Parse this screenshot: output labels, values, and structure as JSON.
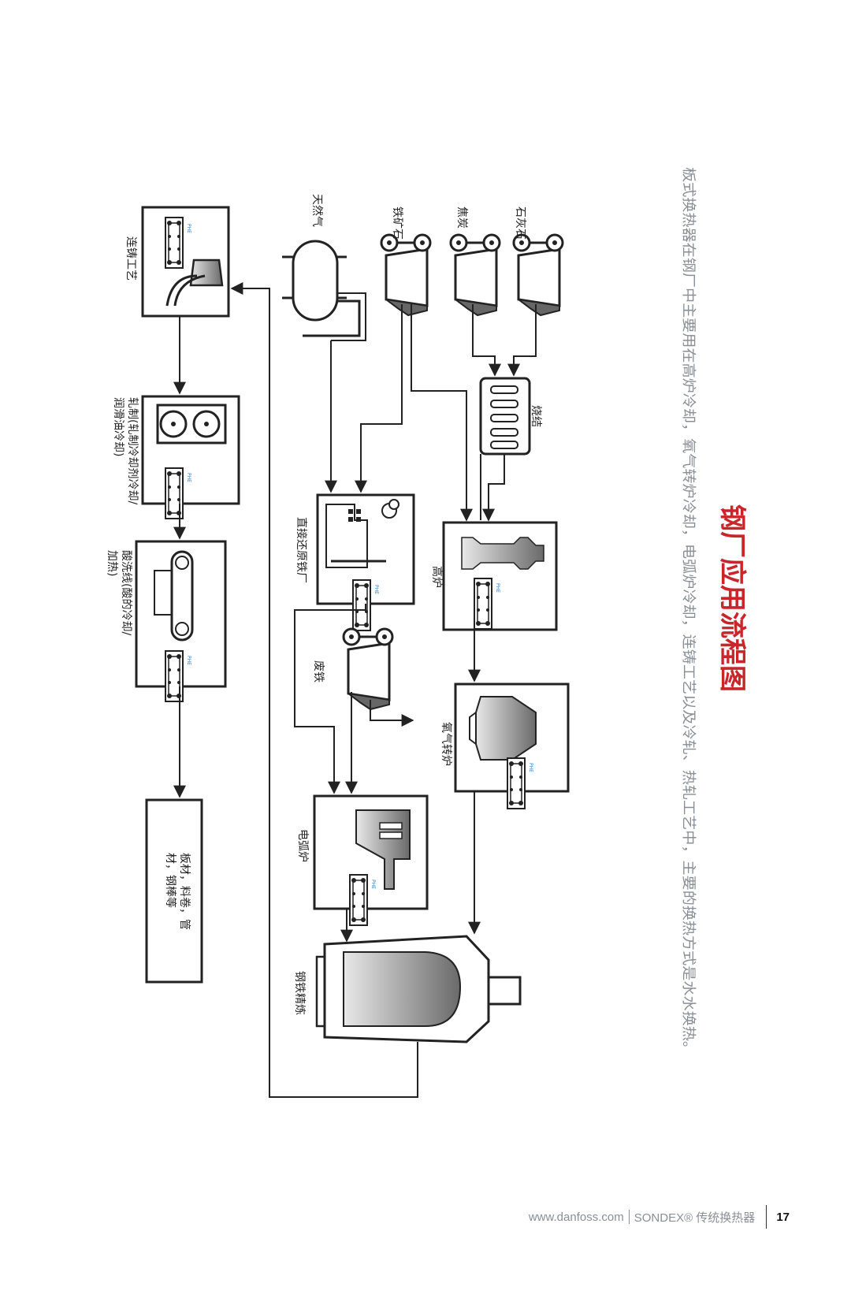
{
  "page": {
    "title": "钢厂应用流程图",
    "subtitle": "板式换热器在钢厂中主要用在高炉冷却，氧气转炉冷却，电弧炉冷却，连铸工艺以及冷轧、热轧工艺中，主要的换热方式是水水换热。",
    "title_color": "#c8262a",
    "subtitle_color": "#8a8f96"
  },
  "diagram": {
    "phe_label": "PHE",
    "nodes": {
      "limestone": "石灰石",
      "coke": "焦炭",
      "iron_ore": "铁矿石",
      "natural_gas": "天然气",
      "sinter": "烧结",
      "blast_furnace": "高炉",
      "direct_reduction": "直接还原铁厂",
      "scrap": "废铁",
      "bof": "氧气转炉",
      "eaf": "电弧炉",
      "refining": "钢铁精炼",
      "continuous_casting": "连铸工艺",
      "rolling_line1": "轧制(轧制冷却剂冷却/",
      "rolling_line2": "润滑油冷却)",
      "pickling_line1": "酸洗线(酸的冷却/",
      "pickling_line2": "加热)",
      "products_line1": "板材，料卷，管",
      "products_line2": "材，钢棒等"
    }
  },
  "footer": {
    "website": "www.danfoss.com",
    "brand": "SONDEX® 传统换热器",
    "page_number": "17"
  }
}
